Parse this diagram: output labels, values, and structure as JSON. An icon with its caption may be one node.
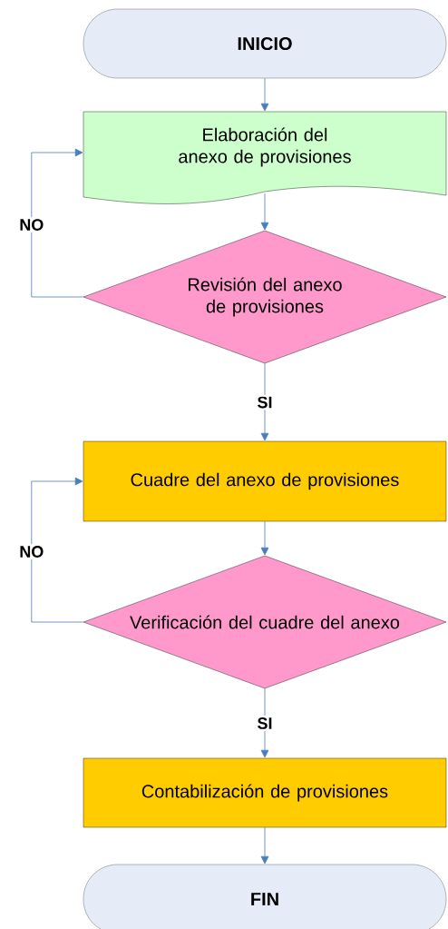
{
  "diagram": {
    "nodes": [
      {
        "text": [
          "INICIO"
        ]
      },
      {
        "text": [
          "Elaboración del anexo de provisiones"
        ]
      },
      {
        "text": [
          "Revisión del anexo de provisiones"
        ]
      },
      {
        "text": [
          "Cuadre del anexo de provisiones"
        ]
      },
      {
        "text": [
          "Verificación del cuadre del anexo"
        ]
      },
      {
        "text": [
          "Contabilización de provisiones"
        ]
      },
      {
        "text": [
          "FIN"
        ]
      }
    ],
    "edges": [
      {
        "from": 0,
        "to": 1,
        "arrow": "to"
      },
      {
        "from": 1,
        "to": 2,
        "arrow": "to"
      },
      {
        "from": 2,
        "to": 1,
        "arrow": "to",
        "label": "NO"
      },
      {
        "from": 2,
        "to": 3,
        "arrow": "to",
        "label": "SI"
      },
      {
        "from": 3,
        "to": 4,
        "arrow": "to"
      },
      {
        "from": 4,
        "to": 3,
        "arrow": "to",
        "label": "NO"
      },
      {
        "from": 4,
        "to": 5,
        "arrow": "to",
        "label": "SI"
      },
      {
        "from": 5,
        "to": 6,
        "arrow": "to"
      }
    ]
  }
}
